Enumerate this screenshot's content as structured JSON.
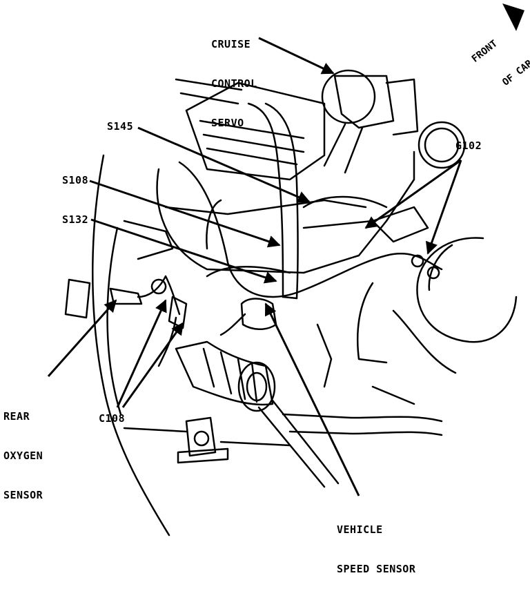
{
  "callouts": {
    "cruise_control_servo": [
      "CRUISE",
      "CONTROL",
      "SERVO"
    ],
    "s145": "S145",
    "s108": "S108",
    "s132": "S132",
    "g102": "G102",
    "rear_oxygen_sensor": [
      "REAR",
      "OXYGEN",
      "SENSOR"
    ],
    "c108": "C108",
    "vehicle_speed_sensor": [
      "VEHICLE",
      "SPEED SENSOR"
    ]
  },
  "orientation": {
    "front_of_car": [
      "FRONT",
      "OF CAR"
    ]
  }
}
